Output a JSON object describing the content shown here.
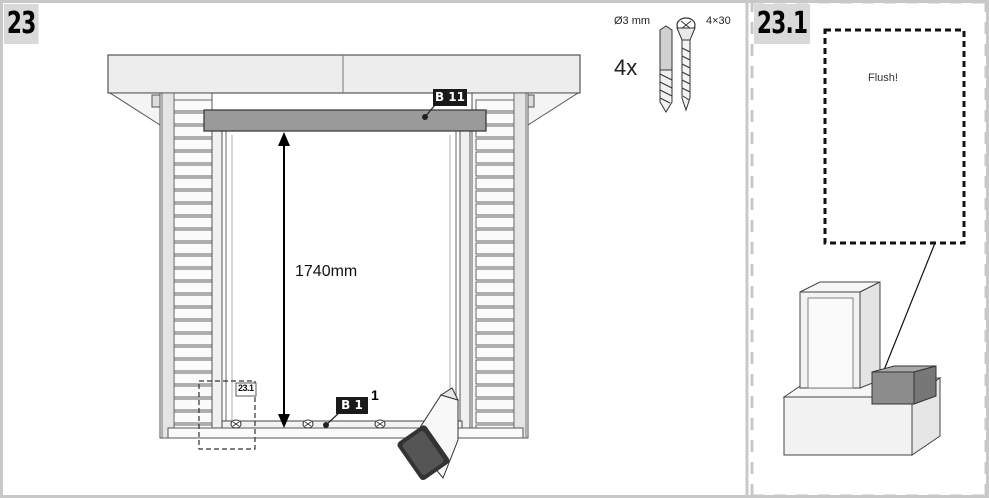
{
  "main_step": {
    "number": "23"
  },
  "detail_step": {
    "number": "23.1"
  },
  "hardware": {
    "drill_label": "Ø3 mm",
    "screw_label": "4×30",
    "quantity": "4x",
    "drill_icon": "drill-bit-icon",
    "screw_icon": "screw-icon"
  },
  "dimension": {
    "label": "1740mm"
  },
  "parts": {
    "top_beam": "B 11",
    "bottom_beam": "B 1",
    "bottom_beam_callout": "1"
  },
  "detail_callout": {
    "label": "23.1"
  },
  "detail": {
    "note": "Flush!"
  },
  "colors": {
    "frame_gray": "#d4d4d4",
    "beam_gray": "#9a9a9a",
    "dark_block": "#8c8c8c"
  }
}
